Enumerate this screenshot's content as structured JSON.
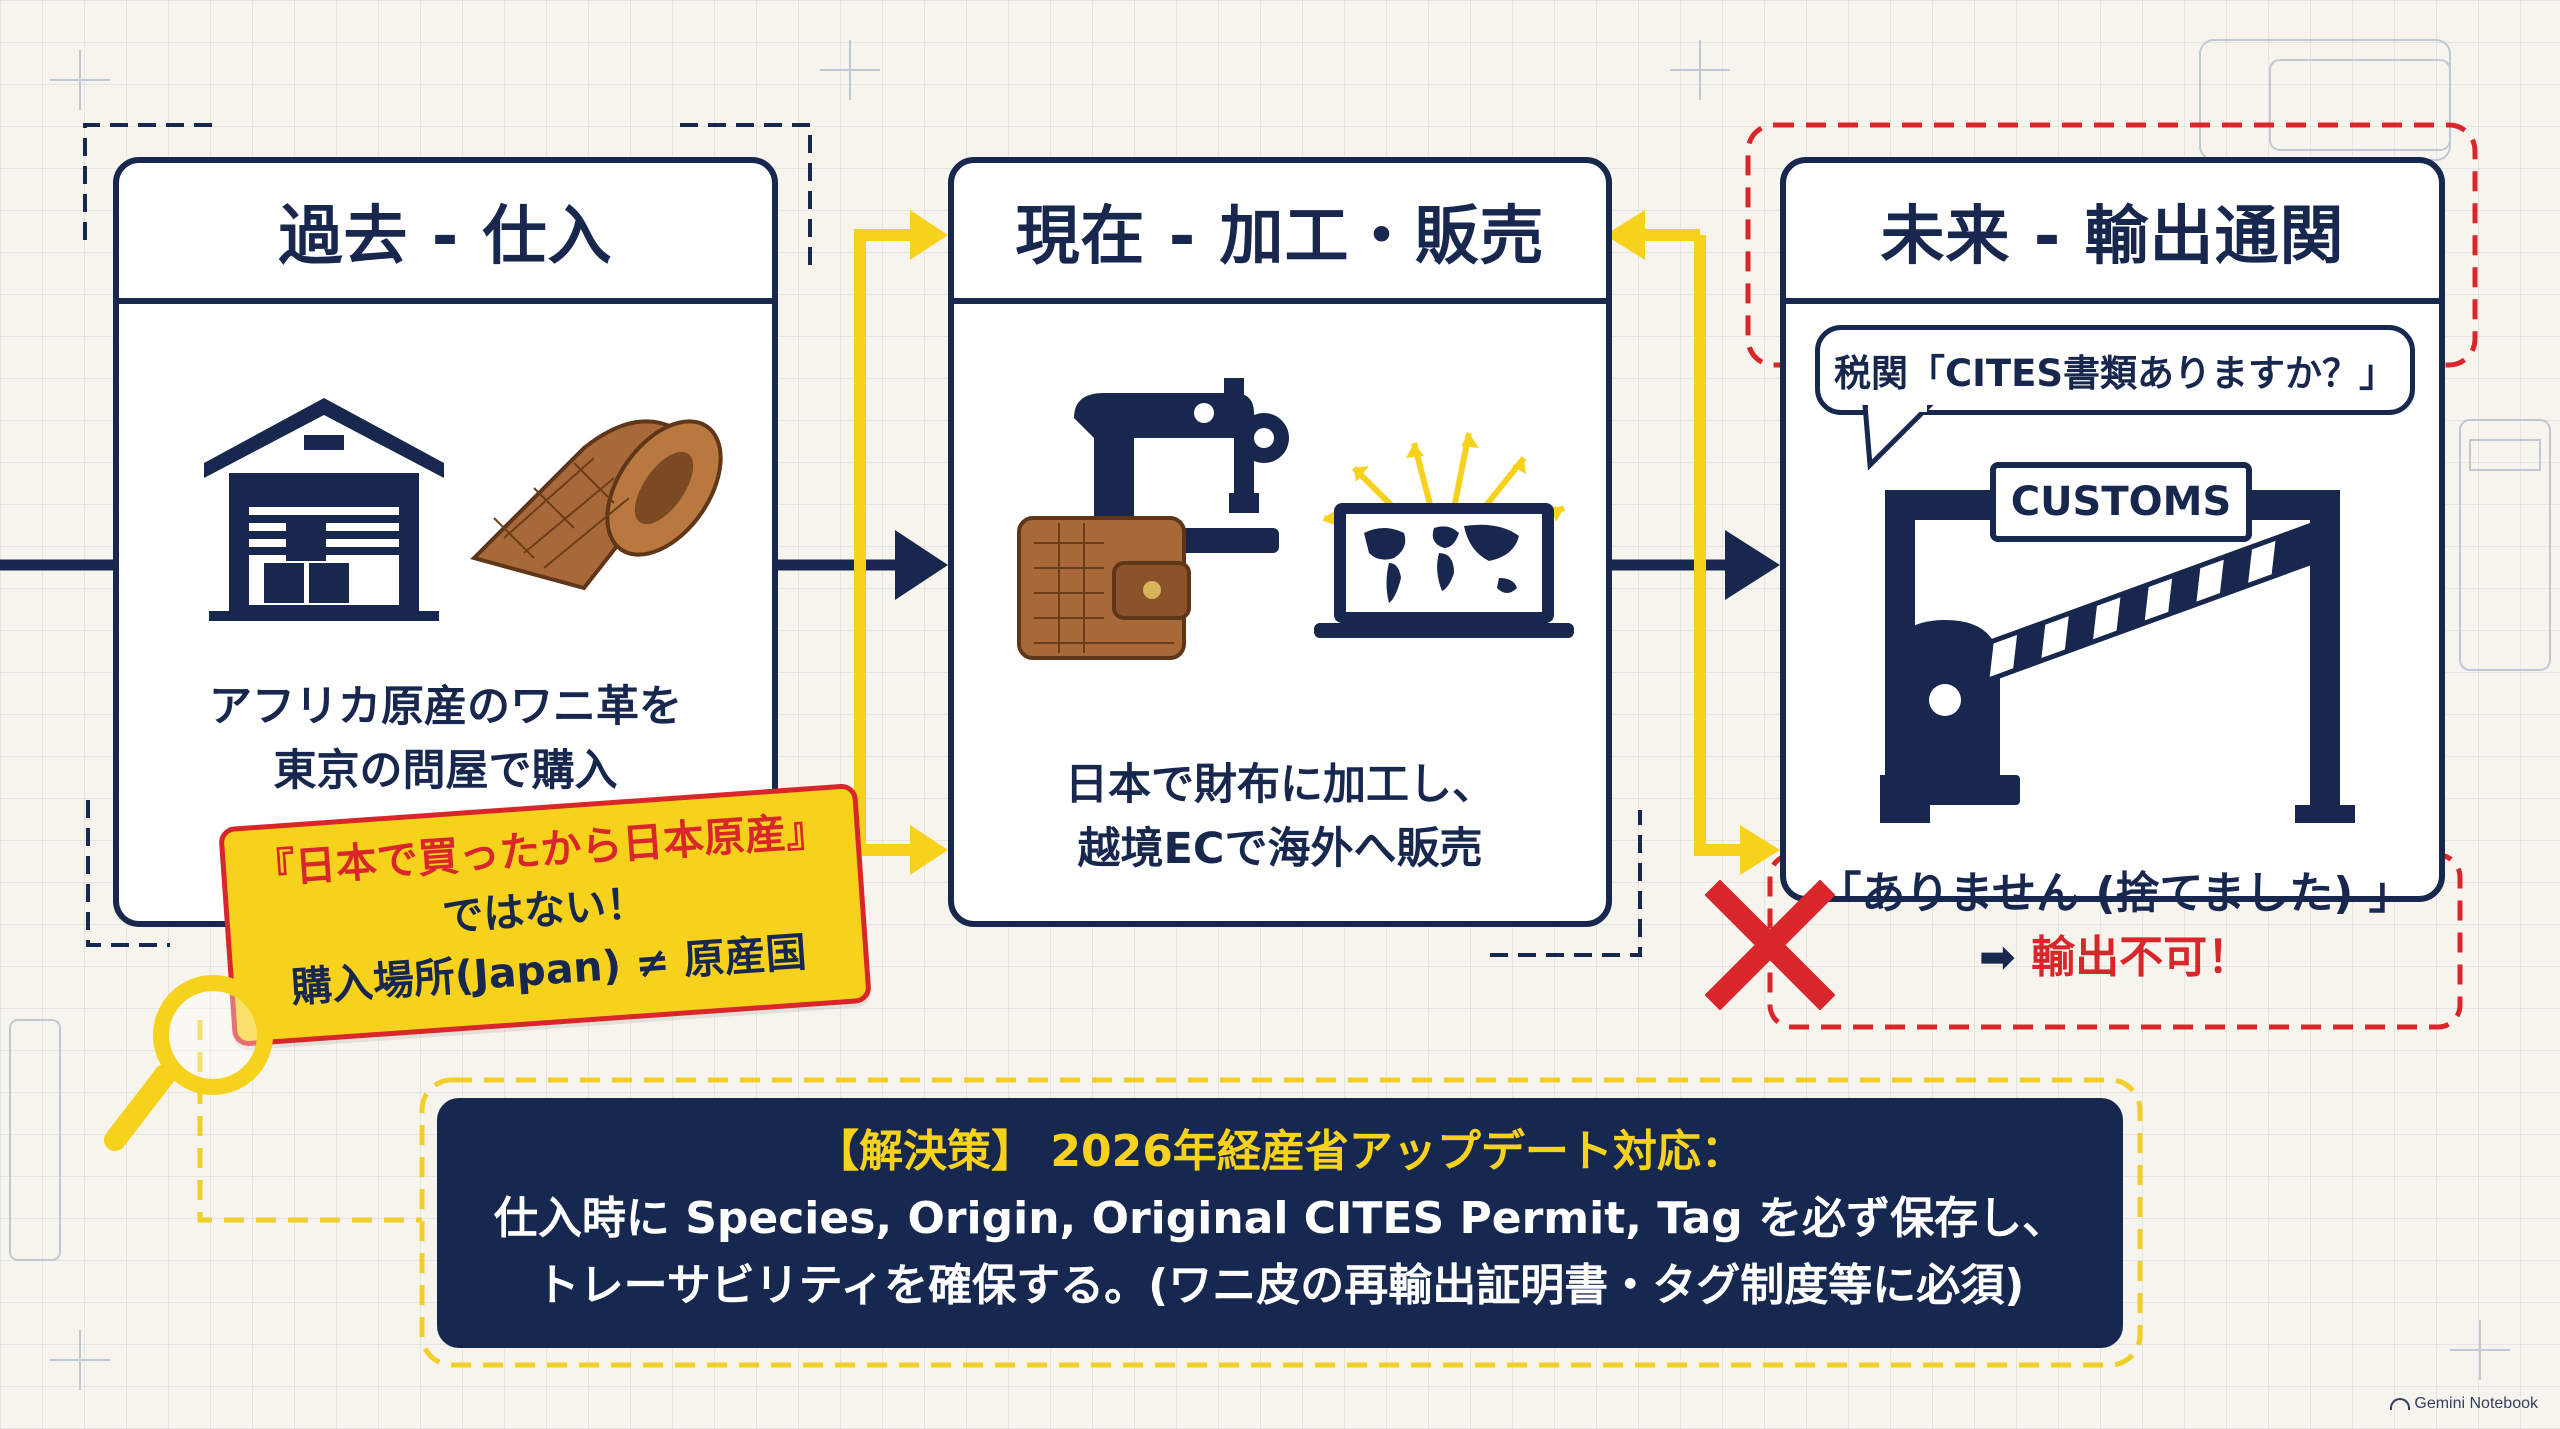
{
  "panels": {
    "past": {
      "title": "過去 - 仕入",
      "description": [
        "アフリカ原産のワニ革を",
        "東京の問屋で購入"
      ]
    },
    "present": {
      "title": "現在 - 加工・販売",
      "description": [
        "日本で財布に加工し、",
        "越境ECで海外へ販売"
      ]
    },
    "future": {
      "title": "未来 - 輸出通関",
      "speech_bubble": "税関「CITES書類ありますか？」",
      "customs_sign": "CUSTOMS",
      "answer_line": "「ありません (捨てました) 」",
      "result_arrow": "➡",
      "result": "輸出不可！"
    }
  },
  "warning_note": {
    "line1": "『日本で買ったから日本原産』",
    "line2": "ではない！",
    "line3": "購入場所(Japan) ≠ 原産国"
  },
  "solution": {
    "title": "【解決策】 2026年経産省アップデート対応：",
    "line1": "仕入時に Species, Origin, Original CITES Permit, Tag を必ず保存し、",
    "line2": "トレーサビリティを確保する。(ワニ皮の再輸出証明書・タグ制度等に必須)"
  },
  "footer": "Gemini Notebook",
  "icons": [
    "warehouse-icon",
    "leather-roll-icon",
    "sewing-machine-icon",
    "wallet-icon",
    "laptop-world-icon",
    "customs-gate-icon",
    "x-mark-icon",
    "magnifier-icon"
  ],
  "colors": {
    "navy": "#17274e",
    "yellow": "#f7d21d",
    "red": "#d9262b",
    "background": "#f6f4ec"
  }
}
